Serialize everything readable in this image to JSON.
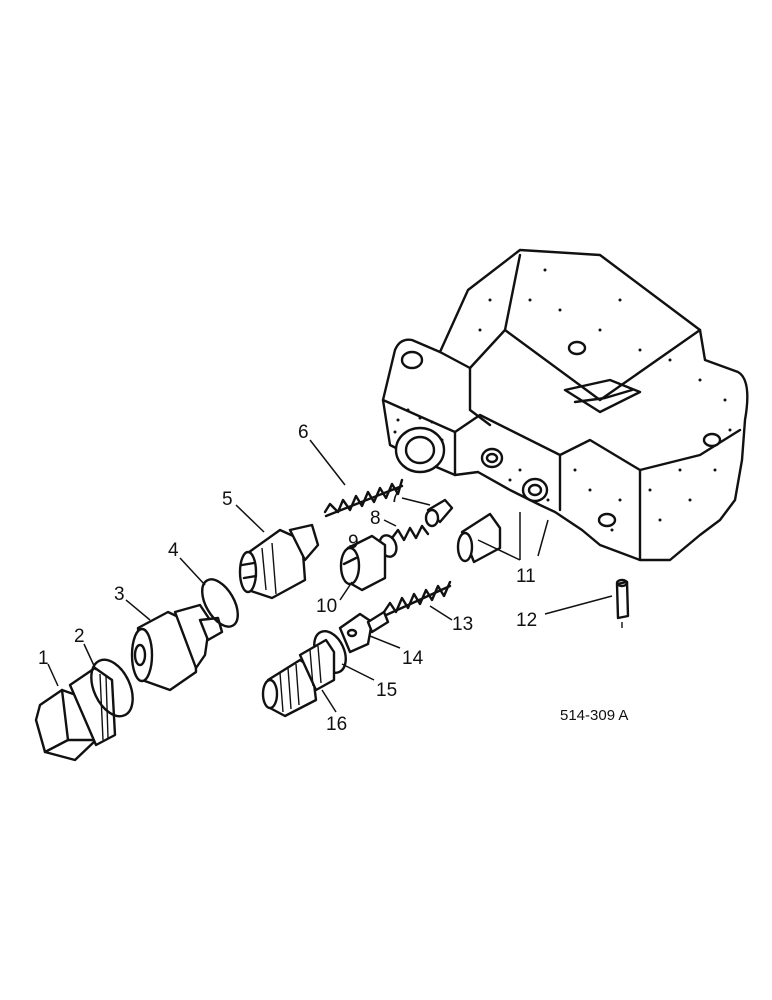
{
  "callouts": [
    {
      "id": "1",
      "label": "1"
    },
    {
      "id": "2",
      "label": "2"
    },
    {
      "id": "3",
      "label": "3"
    },
    {
      "id": "4",
      "label": "4"
    },
    {
      "id": "5",
      "label": "5"
    },
    {
      "id": "6",
      "label": "6"
    },
    {
      "id": "7",
      "label": "7"
    },
    {
      "id": "8",
      "label": "8"
    },
    {
      "id": "9",
      "label": "9"
    },
    {
      "id": "10",
      "label": "10"
    },
    {
      "id": "11",
      "label": "11"
    },
    {
      "id": "12",
      "label": "12"
    },
    {
      "id": "13",
      "label": "13"
    },
    {
      "id": "14",
      "label": "14"
    },
    {
      "id": "15",
      "label": "15"
    },
    {
      "id": "16",
      "label": "16"
    }
  ],
  "reference_code": "514-309 A"
}
